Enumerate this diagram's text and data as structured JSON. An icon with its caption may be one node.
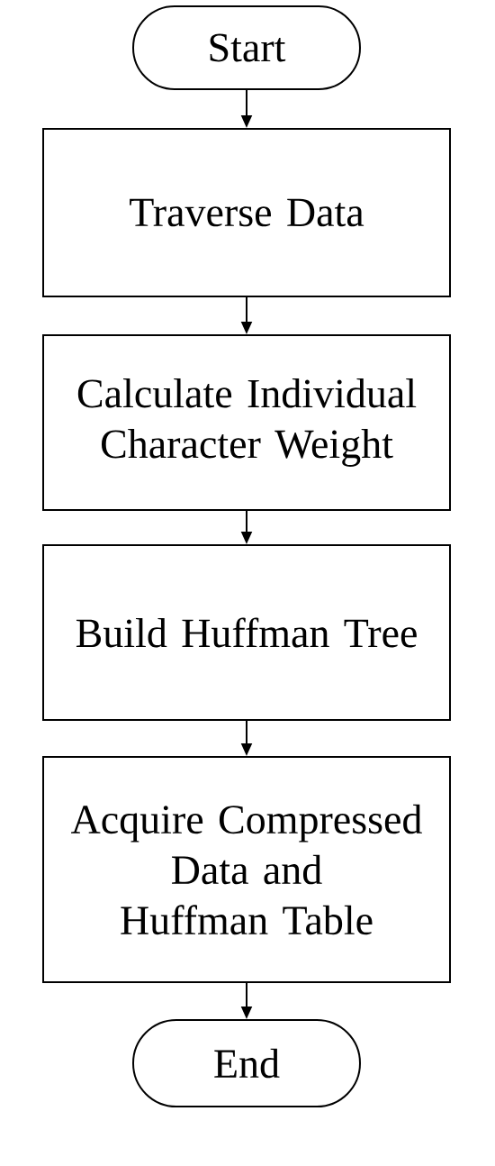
{
  "diagram": {
    "nodes": [
      {
        "text": [
          "Start"
        ]
      },
      {
        "text": [
          "Traverse Data"
        ]
      },
      {
        "text": [
          "Calculate Individual Character Weight"
        ]
      },
      {
        "text": [
          "Build Huffman Tree"
        ]
      },
      {
        "text": [
          "Acquire Compressed Data and Huffman Table"
        ]
      },
      {
        "text": [
          "End"
        ]
      }
    ],
    "edges": [
      {
        "from": 0,
        "to": 1,
        "arrow": "to"
      },
      {
        "from": 1,
        "to": 2,
        "arrow": "to"
      },
      {
        "from": 2,
        "to": 3,
        "arrow": "to"
      },
      {
        "from": 3,
        "to": 4,
        "arrow": "to"
      },
      {
        "from": 4,
        "to": 5,
        "arrow": "to"
      }
    ]
  }
}
